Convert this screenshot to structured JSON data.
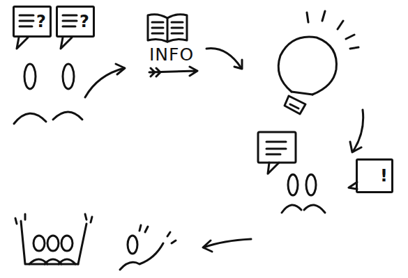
{
  "diagram": {
    "nodes": [
      {
        "text": [
          "?"
        ]
      },
      {
        "text": [
          "?"
        ]
      },
      {
        "text": [
          "!"
        ]
      }
    ],
    "labels": [
      "INFO"
    ]
  }
}
